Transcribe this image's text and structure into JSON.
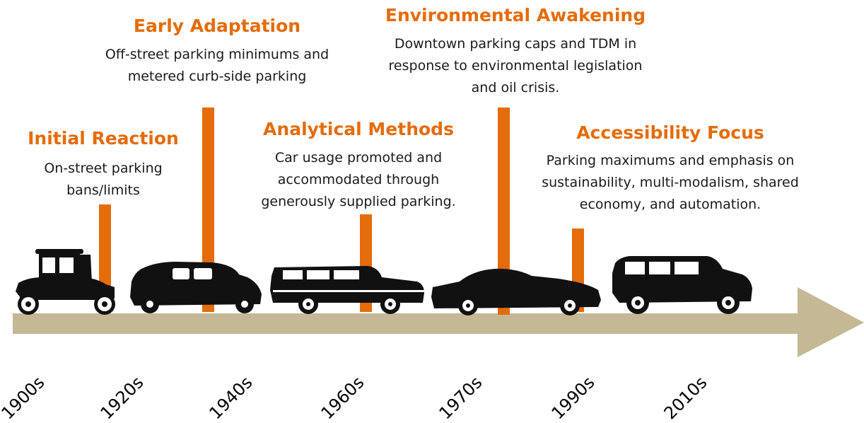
{
  "colors": {
    "accent": "#e46c0a",
    "arrow": "#c4b895",
    "car": "#111111"
  },
  "eras": [
    {
      "title": "Initial Reaction",
      "lines": [
        "On-street parking",
        "bans/limits"
      ]
    },
    {
      "title": "Early Adaptation",
      "lines": [
        "Off-street parking minimums and",
        "metered curb-side parking"
      ]
    },
    {
      "title": "Analytical Methods",
      "lines": [
        "Car usage promoted and",
        "accommodated through",
        "generously supplied parking."
      ]
    },
    {
      "title": "Environmental Awakening",
      "lines": [
        "Downtown parking caps and TDM in",
        "response to environmental legislation",
        "and oil crisis."
      ]
    },
    {
      "title": "Accessibility Focus",
      "lines": [
        "Parking maximums and emphasis on",
        "sustainability, multi-modalism, shared",
        "economy, and automation."
      ]
    }
  ],
  "years": [
    "1900s",
    "1920s",
    "1940s",
    "1960s",
    "1970s",
    "1990s",
    "2010s"
  ],
  "cars": [
    "model-t-car-icon",
    "1930s-sedan-car-icon",
    "station-wagon-car-icon",
    "coupe-car-icon",
    "suv-car-icon"
  ]
}
